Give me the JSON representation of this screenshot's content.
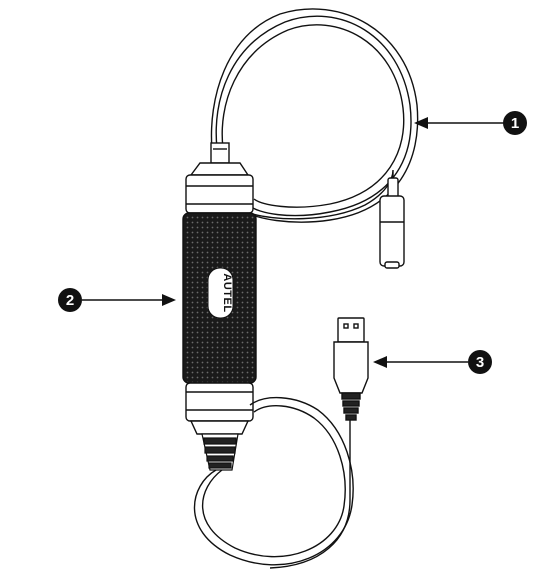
{
  "figure": {
    "brand_label": "AUTEL",
    "callouts": [
      {
        "number": "1",
        "target": "cable"
      },
      {
        "number": "2",
        "target": "handle"
      },
      {
        "number": "3",
        "target": "usb-connector"
      }
    ],
    "colors": {
      "outline": "#111111",
      "fill": "#ffffff",
      "grip": "#1a1a1a",
      "callout_circle": "#111111",
      "callout_text": "#ffffff"
    }
  }
}
